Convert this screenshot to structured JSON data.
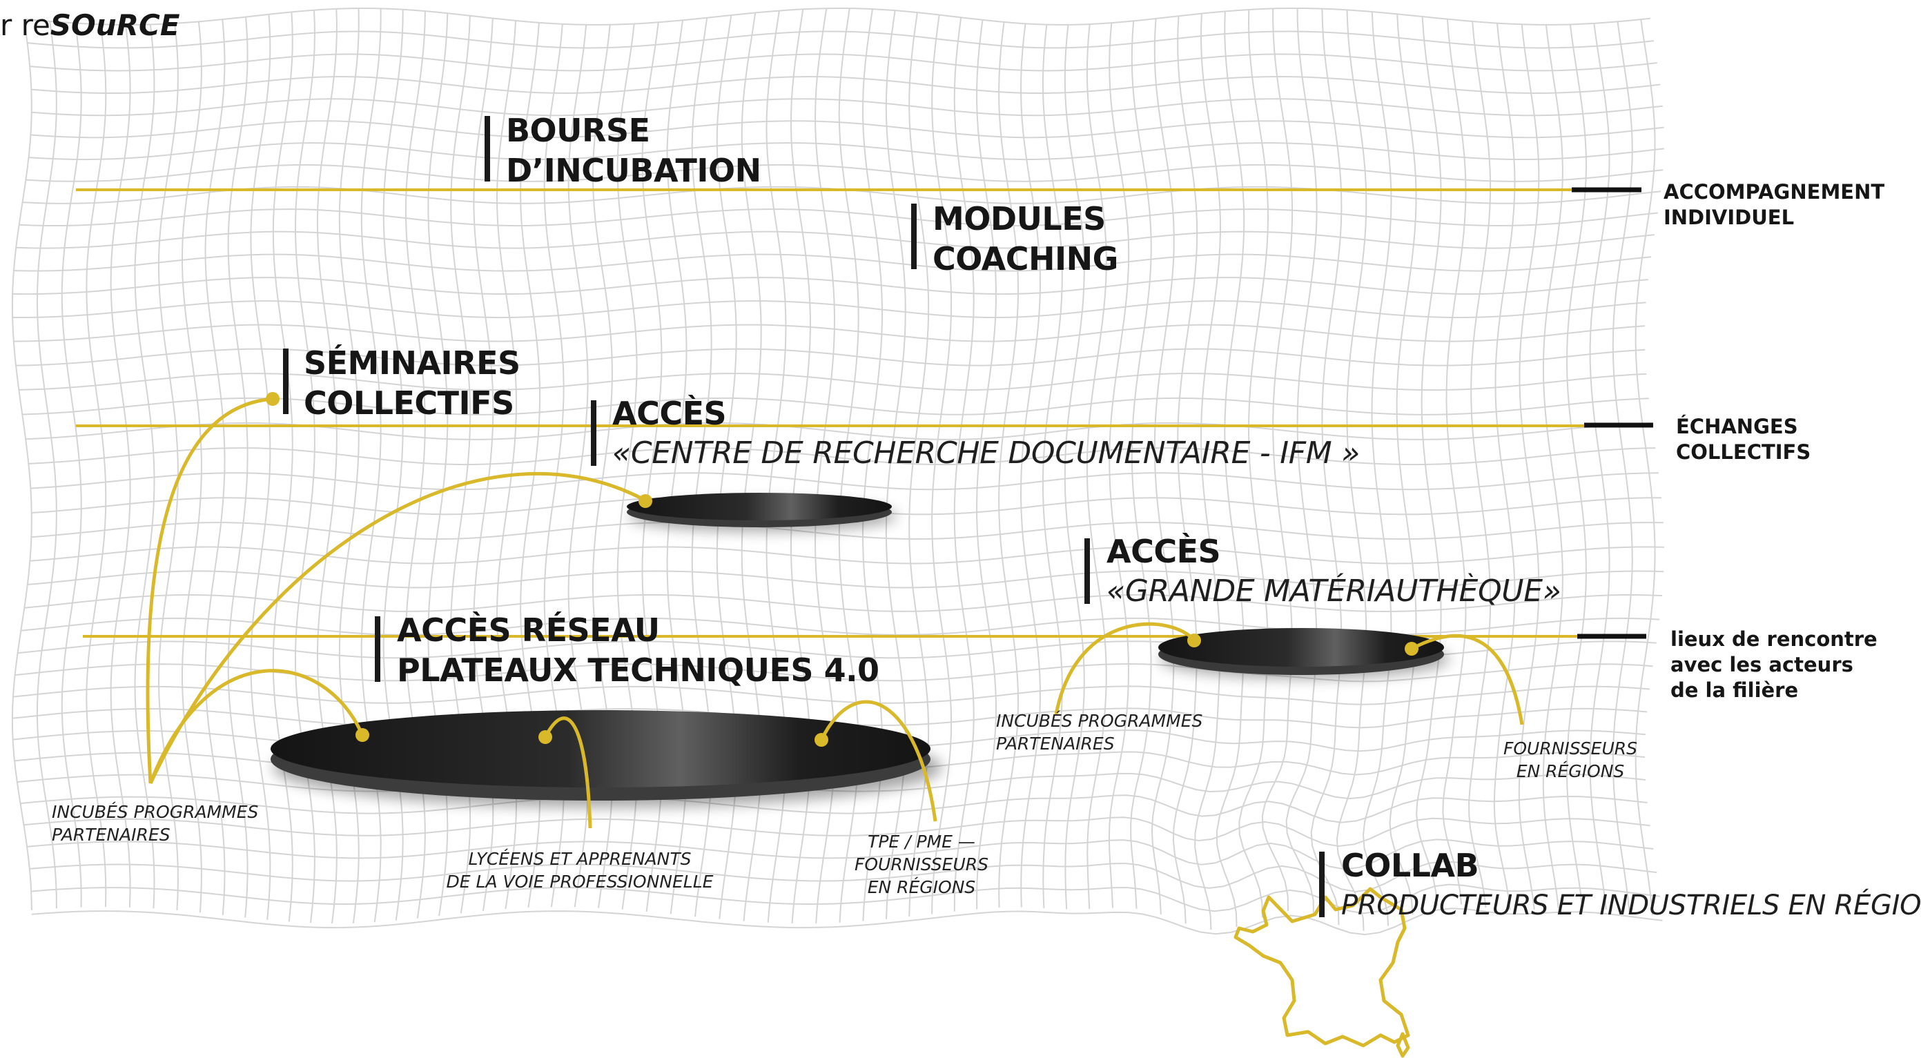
{
  "brand": {
    "prefix": "r re",
    "name": "SOuRCE"
  },
  "right_labels": {
    "individuel": [
      "ACCOMPAGNEMENT",
      "INDIVIDUEL"
    ],
    "collectifs": [
      "ÉCHANGES",
      "COLLECTIFS"
    ],
    "rencontre": [
      "lieux de rencontre",
      "avec les acteurs",
      "de la filière"
    ]
  },
  "items": {
    "bourse": [
      "BOURSE",
      "D’INCUBATION"
    ],
    "modules": [
      "MODULES",
      "COACHING"
    ],
    "seminaires": [
      "SÉMINAIRES",
      "COLLECTIFS"
    ],
    "acces_centre": {
      "title": "ACCÈS",
      "subtitle": "«CENTRE DE RECHERCHE DOCUMENTAIRE - IFM »"
    },
    "acces_materiautheque": {
      "title": "ACCÈS",
      "subtitle": "«GRANDE MATÉRIAUTHÈQUE»"
    },
    "acces_reseau": [
      "ACCÈS RÉSEAU",
      "PLATEAUX TECHNIQUES 4.0"
    ],
    "collab": {
      "title": "COLLAB",
      "subtitle": "PRODUCTEURS ET INDUSTRIELS EN RÉGION"
    }
  },
  "actors": {
    "incubes_left": [
      "INCUBÉS PROGRAMMES",
      "PARTENAIRES"
    ],
    "lyceens": [
      "LYCÉENS ET APPRENANTS",
      "DE LA VOIE PROFESSIONNELLE"
    ],
    "tpe": [
      "TPE / PME —",
      "FOURNISSEURS",
      "EN RÉGIONS"
    ],
    "incubes_right": [
      "INCUBÉS PROGRAMMES",
      "PARTENAIRES"
    ],
    "fournisseurs": [
      "FOURNISSEURS",
      "EN RÉGIONS"
    ]
  },
  "colors": {
    "accent": "#d9b82a",
    "ink": "#1a1a1a",
    "grid": "#c9c9c9",
    "disc_dark": "#121212",
    "disc_light": "#5a5a5a"
  },
  "icons": {
    "region_map": "france-map-icon"
  }
}
